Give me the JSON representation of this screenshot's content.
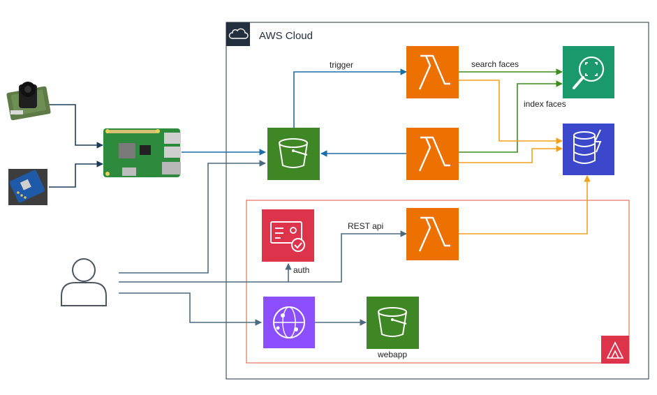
{
  "aws_cloud": {
    "label": "AWS Cloud"
  },
  "edges": {
    "trigger": "trigger",
    "search_faces": "search faces",
    "index_faces": "index faces",
    "rest_api": "REST api"
  },
  "nodes": {
    "auth": "auth",
    "webapp": "webapp"
  },
  "colors": {
    "lambda": "#ed7100",
    "s3": "#3f8624",
    "rekognition": "#1a9a6c",
    "dynamodb": "#3b48cc",
    "cognito": "#dd344c",
    "cloudfront": "#8c4fff",
    "amplify": "#dd344c",
    "arrow_blue": "#1a6fa8",
    "arrow_slate": "#4c6a80",
    "arrow_orange": "#f0a21c",
    "arrow_green": "#3c8c1e",
    "arrow_navy": "#1c3d5a",
    "amplify_border": "#e0533a",
    "cloud_border": "#232f3e"
  }
}
